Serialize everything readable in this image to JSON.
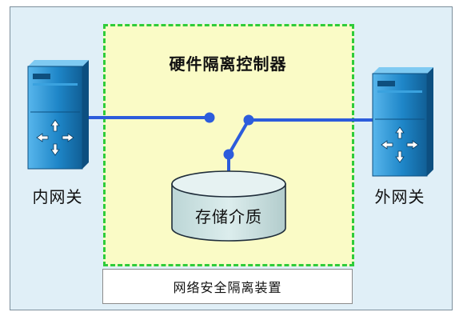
{
  "diagram": {
    "controller_title": "硬件隔离控制器",
    "storage_label": "存储介质",
    "inner_gateway_label": "内网关",
    "outer_gateway_label": "外网关",
    "device_label": "网络安全隔离装置"
  },
  "icons": {
    "inner_gateway": "switch-server-icon",
    "outer_gateway": "switch-server-icon",
    "storage": "cylinder-storage-icon"
  },
  "colors": {
    "frame_background": "#e0eff7",
    "controller_background": "#fafbc6",
    "controller_border": "#2fcc3a",
    "connection_line": "#2c5cdc",
    "gateway_body": "#1e86c8",
    "storage_body": "#cfe2e2"
  }
}
